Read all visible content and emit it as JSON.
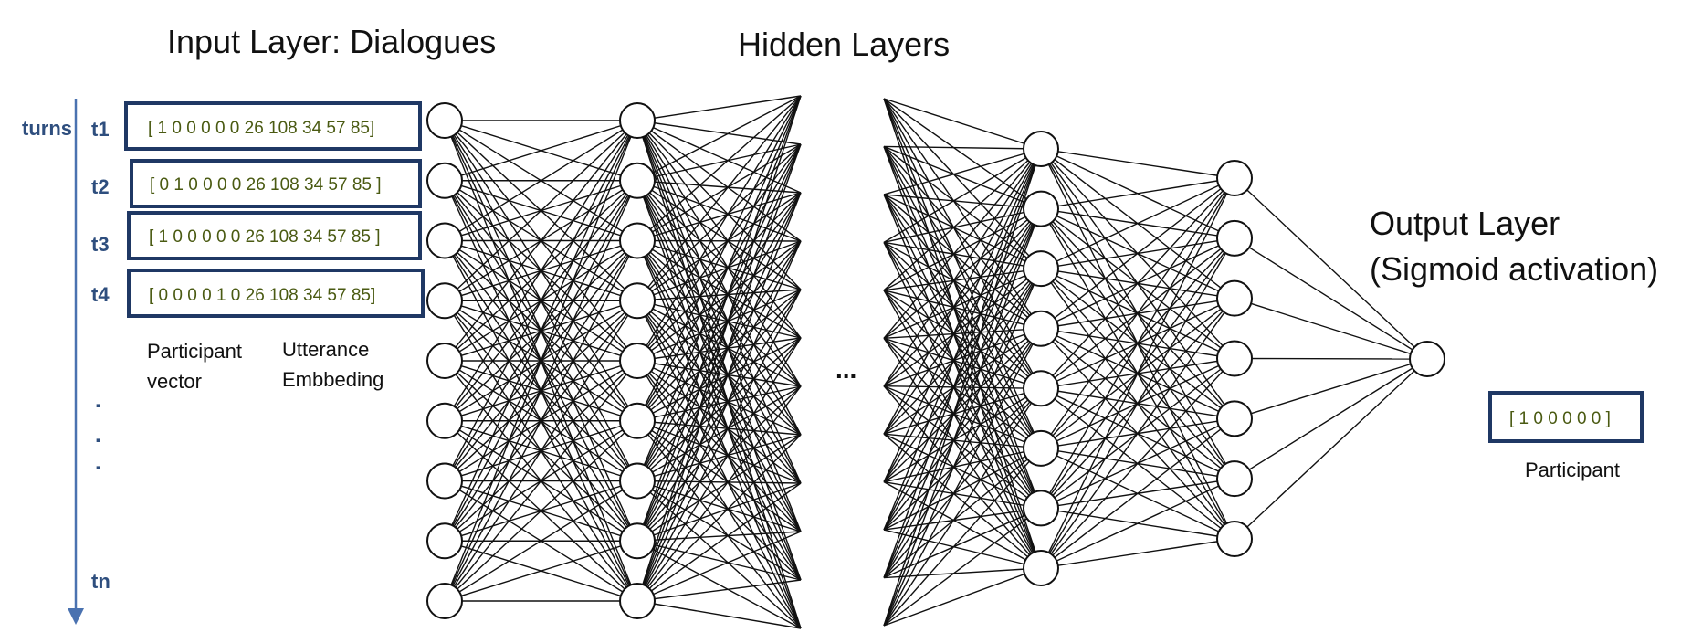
{
  "headings": {
    "input": "Input Layer: Dialogues",
    "hidden": "Hidden Layers",
    "output_line1": "Output Layer",
    "output_line2": "(Sigmoid activation)"
  },
  "axis": {
    "label": "turns",
    "end_label": "tn",
    "ellipsis_dots": [
      ".",
      ".",
      "."
    ]
  },
  "turns": [
    {
      "label": "t1",
      "vector": "[ 1 0 0 0 0 0   26 108 34 57 85]"
    },
    {
      "label": "t2",
      "vector": "[ 0 1 0 0 0 0 26 108 34 57 85 ]"
    },
    {
      "label": "t3",
      "vector": "[ 1 0 0 0 0 0 26 108 34 57 85 ]"
    },
    {
      "label": "t4",
      "vector": "[ 0 0 0 0 1 0   26 108 34 57 85]"
    }
  ],
  "vector_captions": {
    "participant_line1": "Participant",
    "participant_line2": "vector",
    "utterance_line1": "Utterance",
    "utterance_line2": "Embbeding"
  },
  "hidden_gap_label": "...",
  "output": {
    "vector": "[ 1 0 0 0 0 0 ]",
    "caption": "Participant"
  },
  "colors": {
    "box_border": "#1f3864",
    "turn_label": "#2e4e7e",
    "vector_text": "#4a5a12",
    "arrow": "#4a72b0",
    "edges": "#111111"
  },
  "network": {
    "input_layer_nodes": 9,
    "hidden_layer_1_nodes": 9,
    "hidden_layer_last_2_nodes": 8,
    "hidden_layer_last_1_nodes": 7,
    "output_nodes": 1
  }
}
